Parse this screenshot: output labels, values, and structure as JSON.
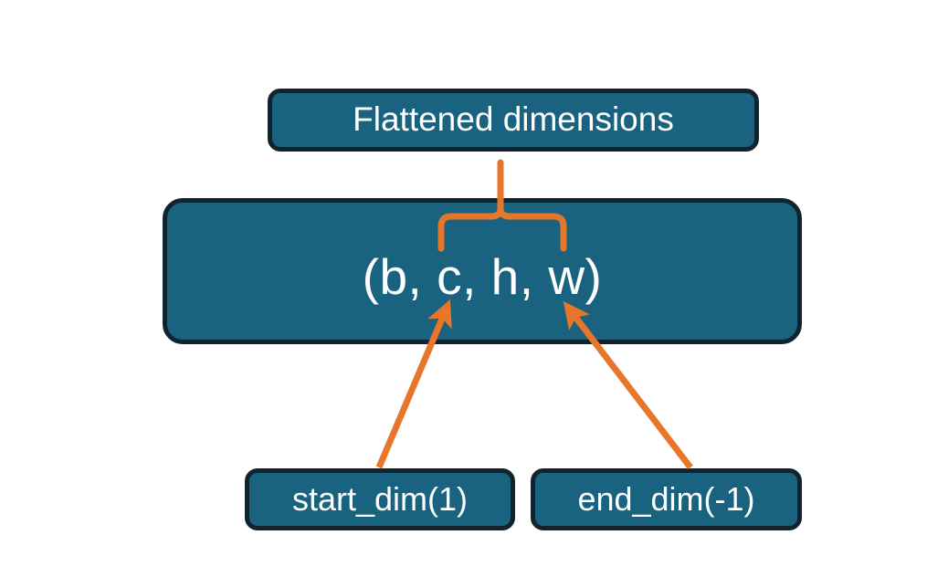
{
  "diagram": {
    "title_node": {
      "label": "Flattened dimensions"
    },
    "shape_node": {
      "label": "(b, c, h, w)"
    },
    "param_nodes": [
      {
        "label": "start_dim(1)"
      },
      {
        "label": "end_dim(-1)"
      }
    ],
    "connectors": {
      "brace": {
        "name": "curly-brace-up",
        "spans": "c, h, w",
        "color": "#E8762A"
      },
      "arrows": [
        {
          "name": "start-dim-arrow",
          "from": "start_dim(1)",
          "to": "c",
          "color": "#E8762A"
        },
        {
          "name": "end-dim-arrow",
          "from": "end_dim(-1)",
          "to": "w",
          "color": "#E8762A"
        }
      ]
    },
    "colors": {
      "node_fill": "#1A6380",
      "node_border": "#11242E",
      "node_text": "#FFFFFF",
      "accent": "#E8762A",
      "background": "#FFFFFF"
    }
  }
}
